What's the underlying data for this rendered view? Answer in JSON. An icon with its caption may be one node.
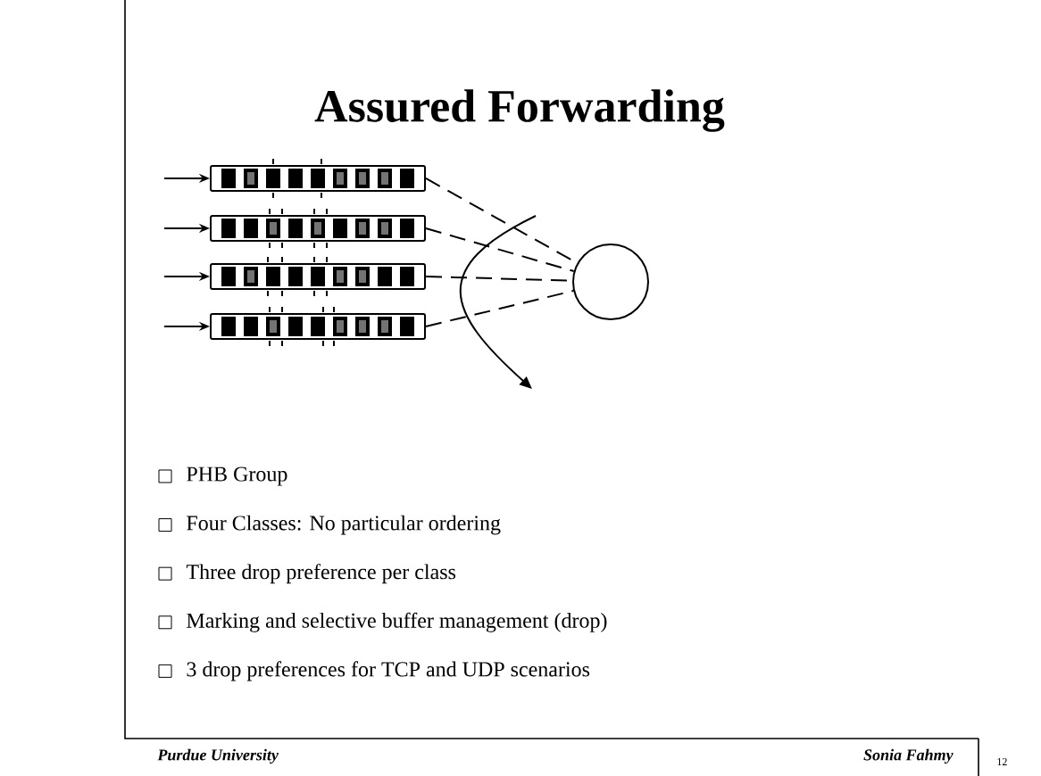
{
  "diagram": {
    "title": "Assured Forwarding",
    "nodes": [
      {
        "text": [],
        "shape": "box"
      },
      {
        "text": [],
        "shape": "box"
      },
      {
        "text": [],
        "shape": "box"
      },
      {
        "text": [],
        "shape": "box"
      },
      {
        "text": [],
        "shape": "circle"
      }
    ],
    "edges": [
      {
        "from": null,
        "to": 0,
        "arrow": "to"
      },
      {
        "from": null,
        "to": 1,
        "arrow": "to"
      },
      {
        "from": null,
        "to": 2,
        "arrow": "to"
      },
      {
        "from": null,
        "to": 3,
        "arrow": "to"
      },
      {
        "from": 0,
        "to": 4,
        "arrow": "none",
        "style": "dashed"
      },
      {
        "from": 1,
        "to": 4,
        "arrow": "none",
        "style": "dashed"
      },
      {
        "from": 2,
        "to": 4,
        "arrow": "none",
        "style": "dashed"
      },
      {
        "from": 3,
        "to": 4,
        "arrow": "none",
        "style": "dashed"
      }
    ],
    "labels": [
      "PHB Group",
      "Four Classes: No particular ordering",
      "Three drop preference per class",
      "Marking and selective buffer management (drop)",
      "3 drop preferences for TCP and UDP scenarios",
      "Purdue University",
      "Sonia Fahmy",
      "12"
    ]
  }
}
